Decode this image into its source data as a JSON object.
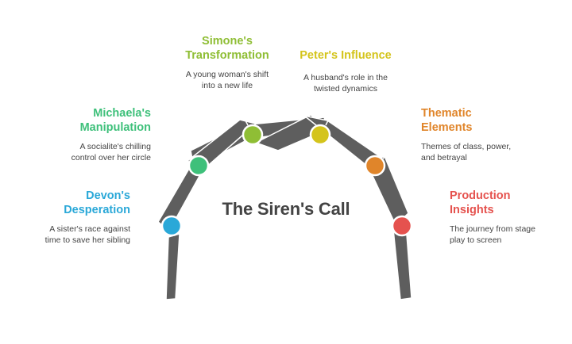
{
  "title": "The Siren's Call",
  "items": [
    {
      "heading": "Devon's\nDesperation",
      "description": "A sister's race against\ntime to save her sibling",
      "color": "#2aa8d8"
    },
    {
      "heading": "Michaela's\nManipulation",
      "description": "A socialite's chilling\ncontrol over her circle",
      "color": "#3ec07a"
    },
    {
      "heading": "Simone's\nTransformation",
      "description": "A young woman's shift\ninto a new life",
      "color": "#8fbe35"
    },
    {
      "heading": "Peter's Influence",
      "description": "A husband's role in the\ntwisted dynamics",
      "color": "#d4c41c"
    },
    {
      "heading": "Thematic\nElements",
      "description": "Themes of class, power,\nand betrayal",
      "color": "#e0852a"
    },
    {
      "heading": "Production\nInsights",
      "description": "The journey from stage\nplay to screen",
      "color": "#e5524e"
    }
  ]
}
